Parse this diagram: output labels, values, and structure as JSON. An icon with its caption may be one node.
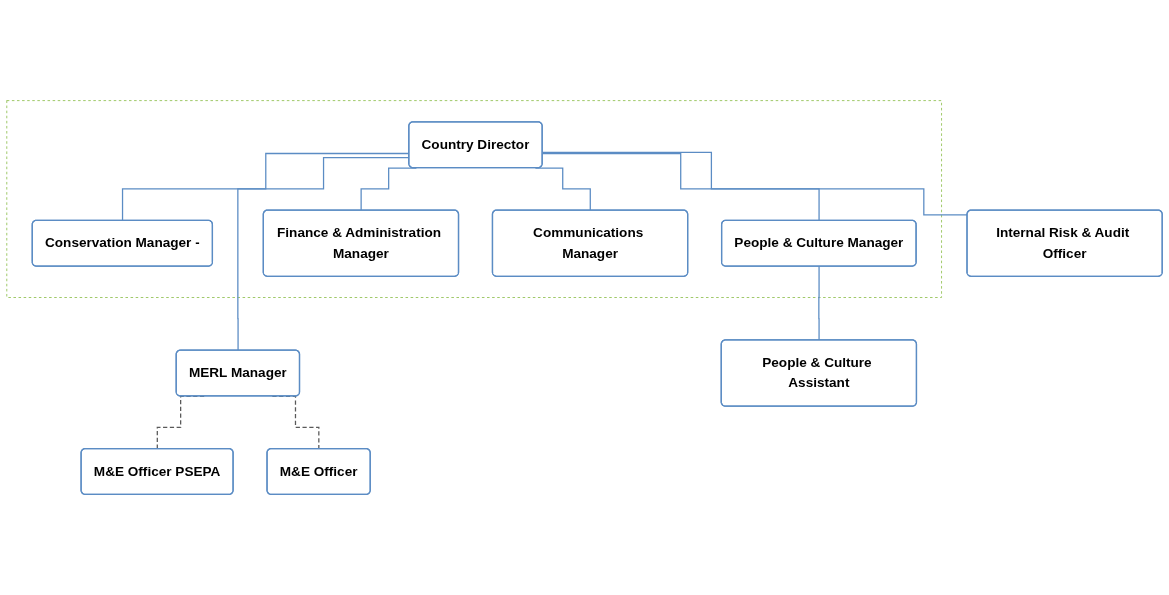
{
  "diagram": {
    "nodes": [
      {
        "text": [],
        "shape": "box"
      },
      {
        "text": [
          "Country Director"
        ],
        "in": 0
      },
      {
        "text": [
          "Conservation Manager -"
        ],
        "in": 0
      },
      {
        "text": [
          "People & Culture Manager"
        ],
        "in": 0
      },
      {
        "text": [
          "Finance & Administration Manager"
        ],
        "in": 0
      },
      {
        "text": [
          "Communications Manager"
        ],
        "in": 0
      },
      {
        "text": [
          "Internal Risk & Audit Officer"
        ]
      },
      {
        "text": [
          "MERL Manager"
        ]
      },
      {
        "text": [
          "People & Culture Assistant"
        ]
      },
      {
        "text": [
          "M&E Officer PSEPA"
        ]
      },
      {
        "text": [
          "M&E Officer"
        ]
      }
    ],
    "edges": [
      {
        "from": 1,
        "to": 2,
        "arrow": "none"
      },
      {
        "from": 1,
        "to": 3,
        "arrow": "none"
      },
      {
        "from": 1,
        "to": 4,
        "arrow": "none"
      },
      {
        "from": 1,
        "to": 5,
        "arrow": "none"
      },
      {
        "from": 1,
        "to": 6,
        "arrow": "none"
      },
      {
        "from": 1,
        "to": 7,
        "arrow": "none"
      },
      {
        "from": 3,
        "to": 8,
        "arrow": "none"
      },
      {
        "from": 7,
        "to": 9,
        "arrow": "none",
        "style": "dashed",
        "color": "#595959"
      },
      {
        "from": 7,
        "to": 10,
        "arrow": "none",
        "style": "dashed",
        "color": "#595959"
      }
    ]
  }
}
